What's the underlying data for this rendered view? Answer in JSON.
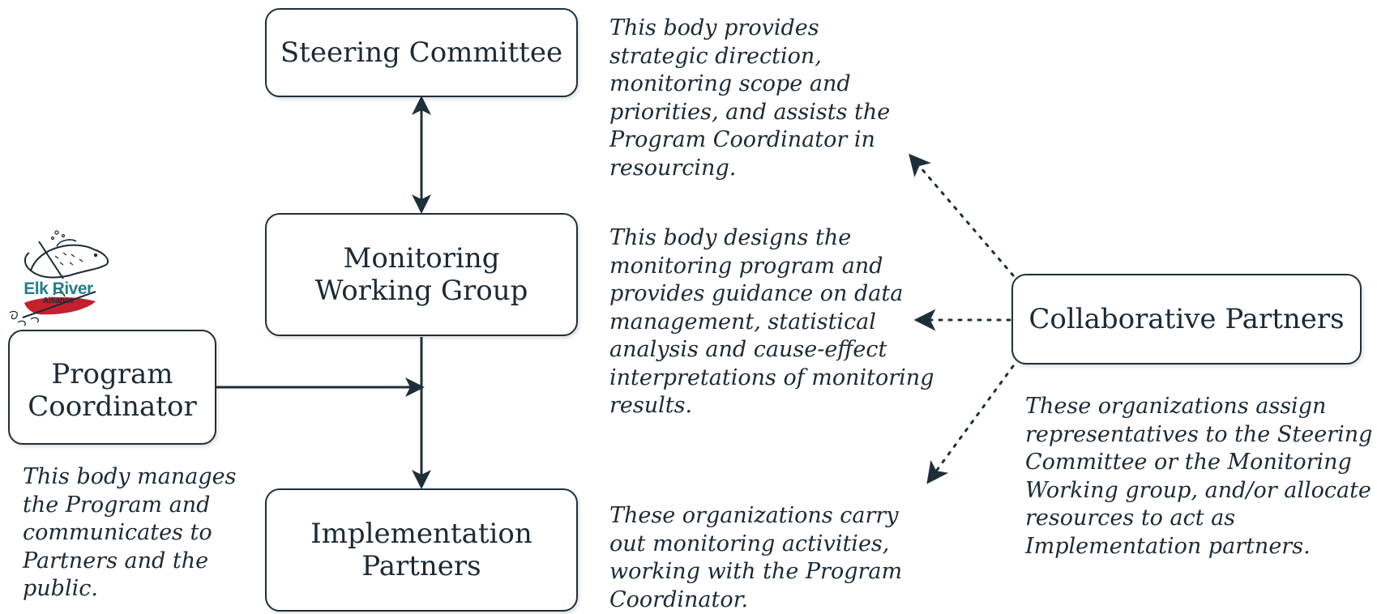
{
  "nodes": {
    "steering": {
      "label": "Steering Committee"
    },
    "monitoring": {
      "label": "Monitoring\nWorking Group"
    },
    "coordinator": {
      "label": "Program\nCoordinator"
    },
    "implementation": {
      "label": "Implementation\nPartners"
    },
    "collaborative": {
      "label": "Collaborative Partners"
    }
  },
  "descriptions": {
    "steering": "This body provides\nstrategic direction,\nmonitoring scope and\npriorities, and assists the\nProgram Coordinator in\nresourcing.",
    "monitoring": "This body designs the\nmonitoring program and\nprovides guidance on data\nmanagement, statistical\nanalysis and cause-effect\ninterpretations of monitoring\nresults.",
    "coordinator": "This body manages\nthe Program and\ncommunicates to\nPartners and the\npublic.",
    "implementation": "These organizations carry\nout monitoring activities,\nworking with the Program\nCoordinator.",
    "collaborative": "These organizations assign\nrepresentatives to the Steering\nCommittee or the Monitoring\nWorking group, and/or allocate\nresources to act as\nImplementation partners."
  },
  "logo": {
    "name": "Elk River",
    "subtitle": "Alliance"
  },
  "colors": {
    "line": "#1f2f3a",
    "text": "#1c2a35",
    "logo_teal": "#237f88",
    "logo_red": "#c4202e"
  }
}
